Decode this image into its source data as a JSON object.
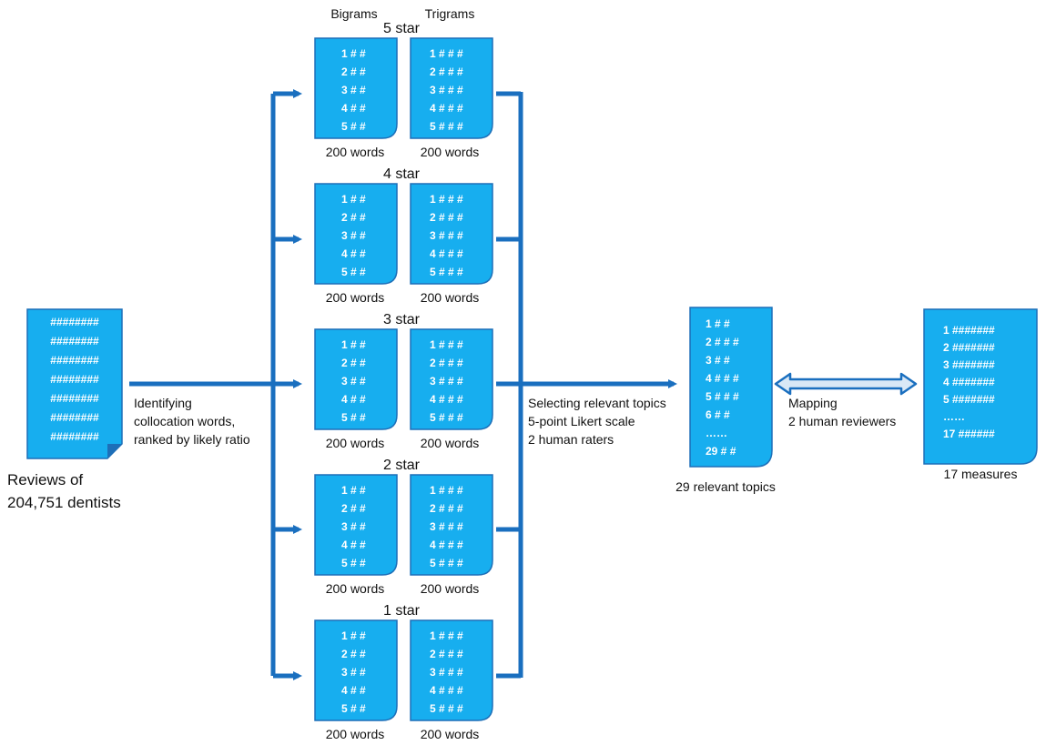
{
  "colors": {
    "doc_fill": "#17aeef",
    "doc_stroke": "#1d6fb8",
    "arrow": "#1a6fbf",
    "double_arrow_fill": "#d9e8f6",
    "text": "#111111"
  },
  "source": {
    "lines": [
      "########",
      "########",
      "########",
      "########",
      "########",
      "########",
      "########"
    ],
    "caption_line1": "Reviews of",
    "caption_line2": "204,751 dentists"
  },
  "step1_label": {
    "line1": "Identifying",
    "line2": "collocation words,",
    "line3": "ranked by likely ratio"
  },
  "column_headers": {
    "bigrams": "Bigrams",
    "trigrams": "Trigrams"
  },
  "star_groups": [
    {
      "title": "5 star",
      "bigram_lines": [
        "1 # #",
        "2 # #",
        "3 # #",
        "4 # #",
        "5 # #"
      ],
      "trigram_lines": [
        "1 # # #",
        "2 # # #",
        "3 # # #",
        "4 # # #",
        "5 # # #"
      ],
      "bigram_caption": "200 words",
      "trigram_caption": "200 words"
    },
    {
      "title": "4 star",
      "bigram_lines": [
        "1 # #",
        "2 # #",
        "3 # #",
        "4 # #",
        "5 # #"
      ],
      "trigram_lines": [
        "1 # # #",
        "2 # # #",
        "3 # # #",
        "4 # # #",
        "5 # # #"
      ],
      "bigram_caption": "200 words",
      "trigram_caption": "200 words"
    },
    {
      "title": "3 star",
      "bigram_lines": [
        "1 # #",
        "2 # #",
        "3 # #",
        "4 # #",
        "5 # #"
      ],
      "trigram_lines": [
        "1 # # #",
        "2 # # #",
        "3 # # #",
        "4 # # #",
        "5 # # #"
      ],
      "bigram_caption": "200 words",
      "trigram_caption": "200 words"
    },
    {
      "title": "2 star",
      "bigram_lines": [
        "1 # #",
        "2 # #",
        "3 # #",
        "4 # #",
        "5 # #"
      ],
      "trigram_lines": [
        "1 # # #",
        "2 # # #",
        "3 # # #",
        "4 # # #",
        "5 # # #"
      ],
      "bigram_caption": "200 words",
      "trigram_caption": "200 words"
    },
    {
      "title": "1 star",
      "bigram_lines": [
        "1 # #",
        "2 # #",
        "3 # #",
        "4 # #",
        "5 # #"
      ],
      "trigram_lines": [
        "1 # # #",
        "2 # # #",
        "3 # # #",
        "4 # # #",
        "5 # # #"
      ],
      "bigram_caption": "200 words",
      "trigram_caption": "200 words"
    }
  ],
  "step2_label": {
    "line1": "Selecting relevant topics",
    "line2": "5-point Likert scale",
    "line3": "2 human raters"
  },
  "topics_doc": {
    "lines": [
      "1 #  #",
      "2 # # #",
      "3 #  #",
      "4 # # #",
      "5 # # #",
      "6 # #",
      "……",
      "29 # #"
    ],
    "caption": "29 relevant topics"
  },
  "step3_label": {
    "line1": "Mapping",
    "line2": "2 human reviewers"
  },
  "measures_doc": {
    "lines": [
      "1 #######",
      "2 #######",
      "3 #######",
      "4 #######",
      "5 #######",
      "……",
      "17 ######"
    ],
    "caption": "17 measures"
  }
}
